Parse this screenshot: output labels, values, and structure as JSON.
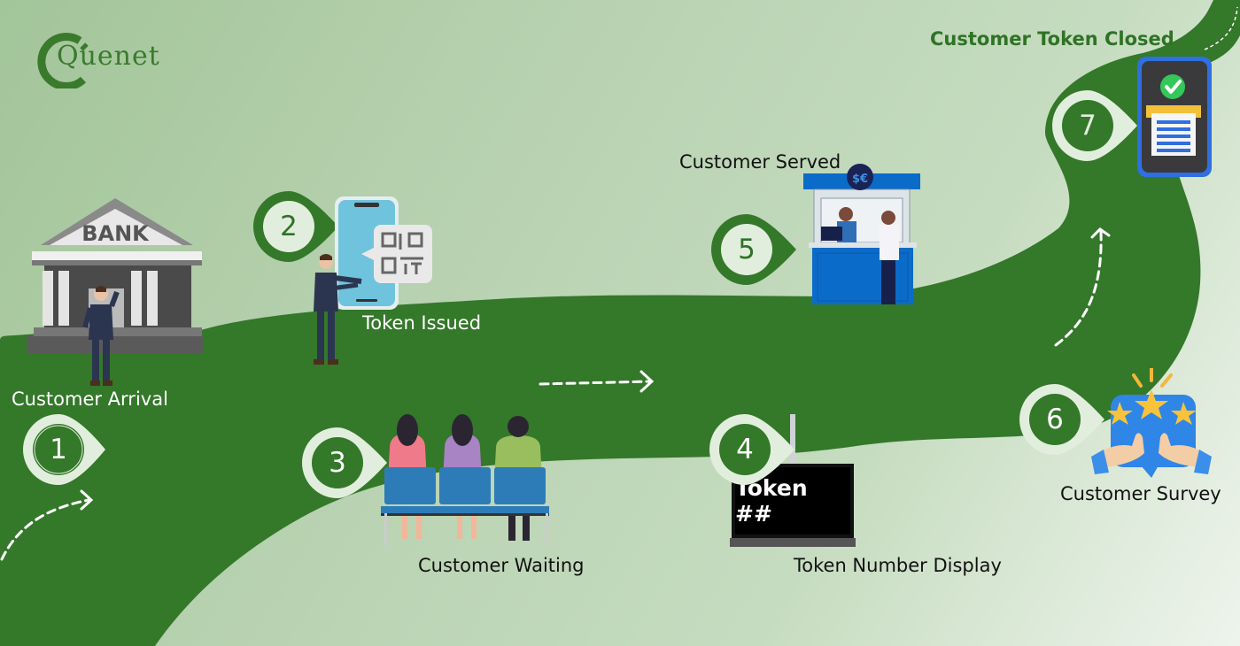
{
  "brand": {
    "name": "Quenet",
    "primary_color": "#33782a",
    "light_color": "#e2eedd",
    "accent_blue": "#0b6bc9"
  },
  "title": "Customer Token Closed",
  "steps": [
    {
      "number": "1",
      "label": "Customer Arrival",
      "icon": "bank-icon"
    },
    {
      "number": "2",
      "label": "Token Issued",
      "icon": "qr-phone-icon"
    },
    {
      "number": "3",
      "label": "Customer Waiting",
      "icon": "waiting-bench-icon"
    },
    {
      "number": "4",
      "label": "Token Number Display",
      "icon": "display-screen-icon",
      "screen_text": "Token ##"
    },
    {
      "number": "5",
      "label": "Customer Served",
      "icon": "service-counter-icon"
    },
    {
      "number": "6",
      "label": "Customer Survey",
      "icon": "rating-stars-icon"
    },
    {
      "number": "7",
      "label": "Customer Token Closed",
      "icon": "receipt-phone-icon"
    }
  ],
  "bank_sign": "BANK",
  "currency_badge": "$€"
}
